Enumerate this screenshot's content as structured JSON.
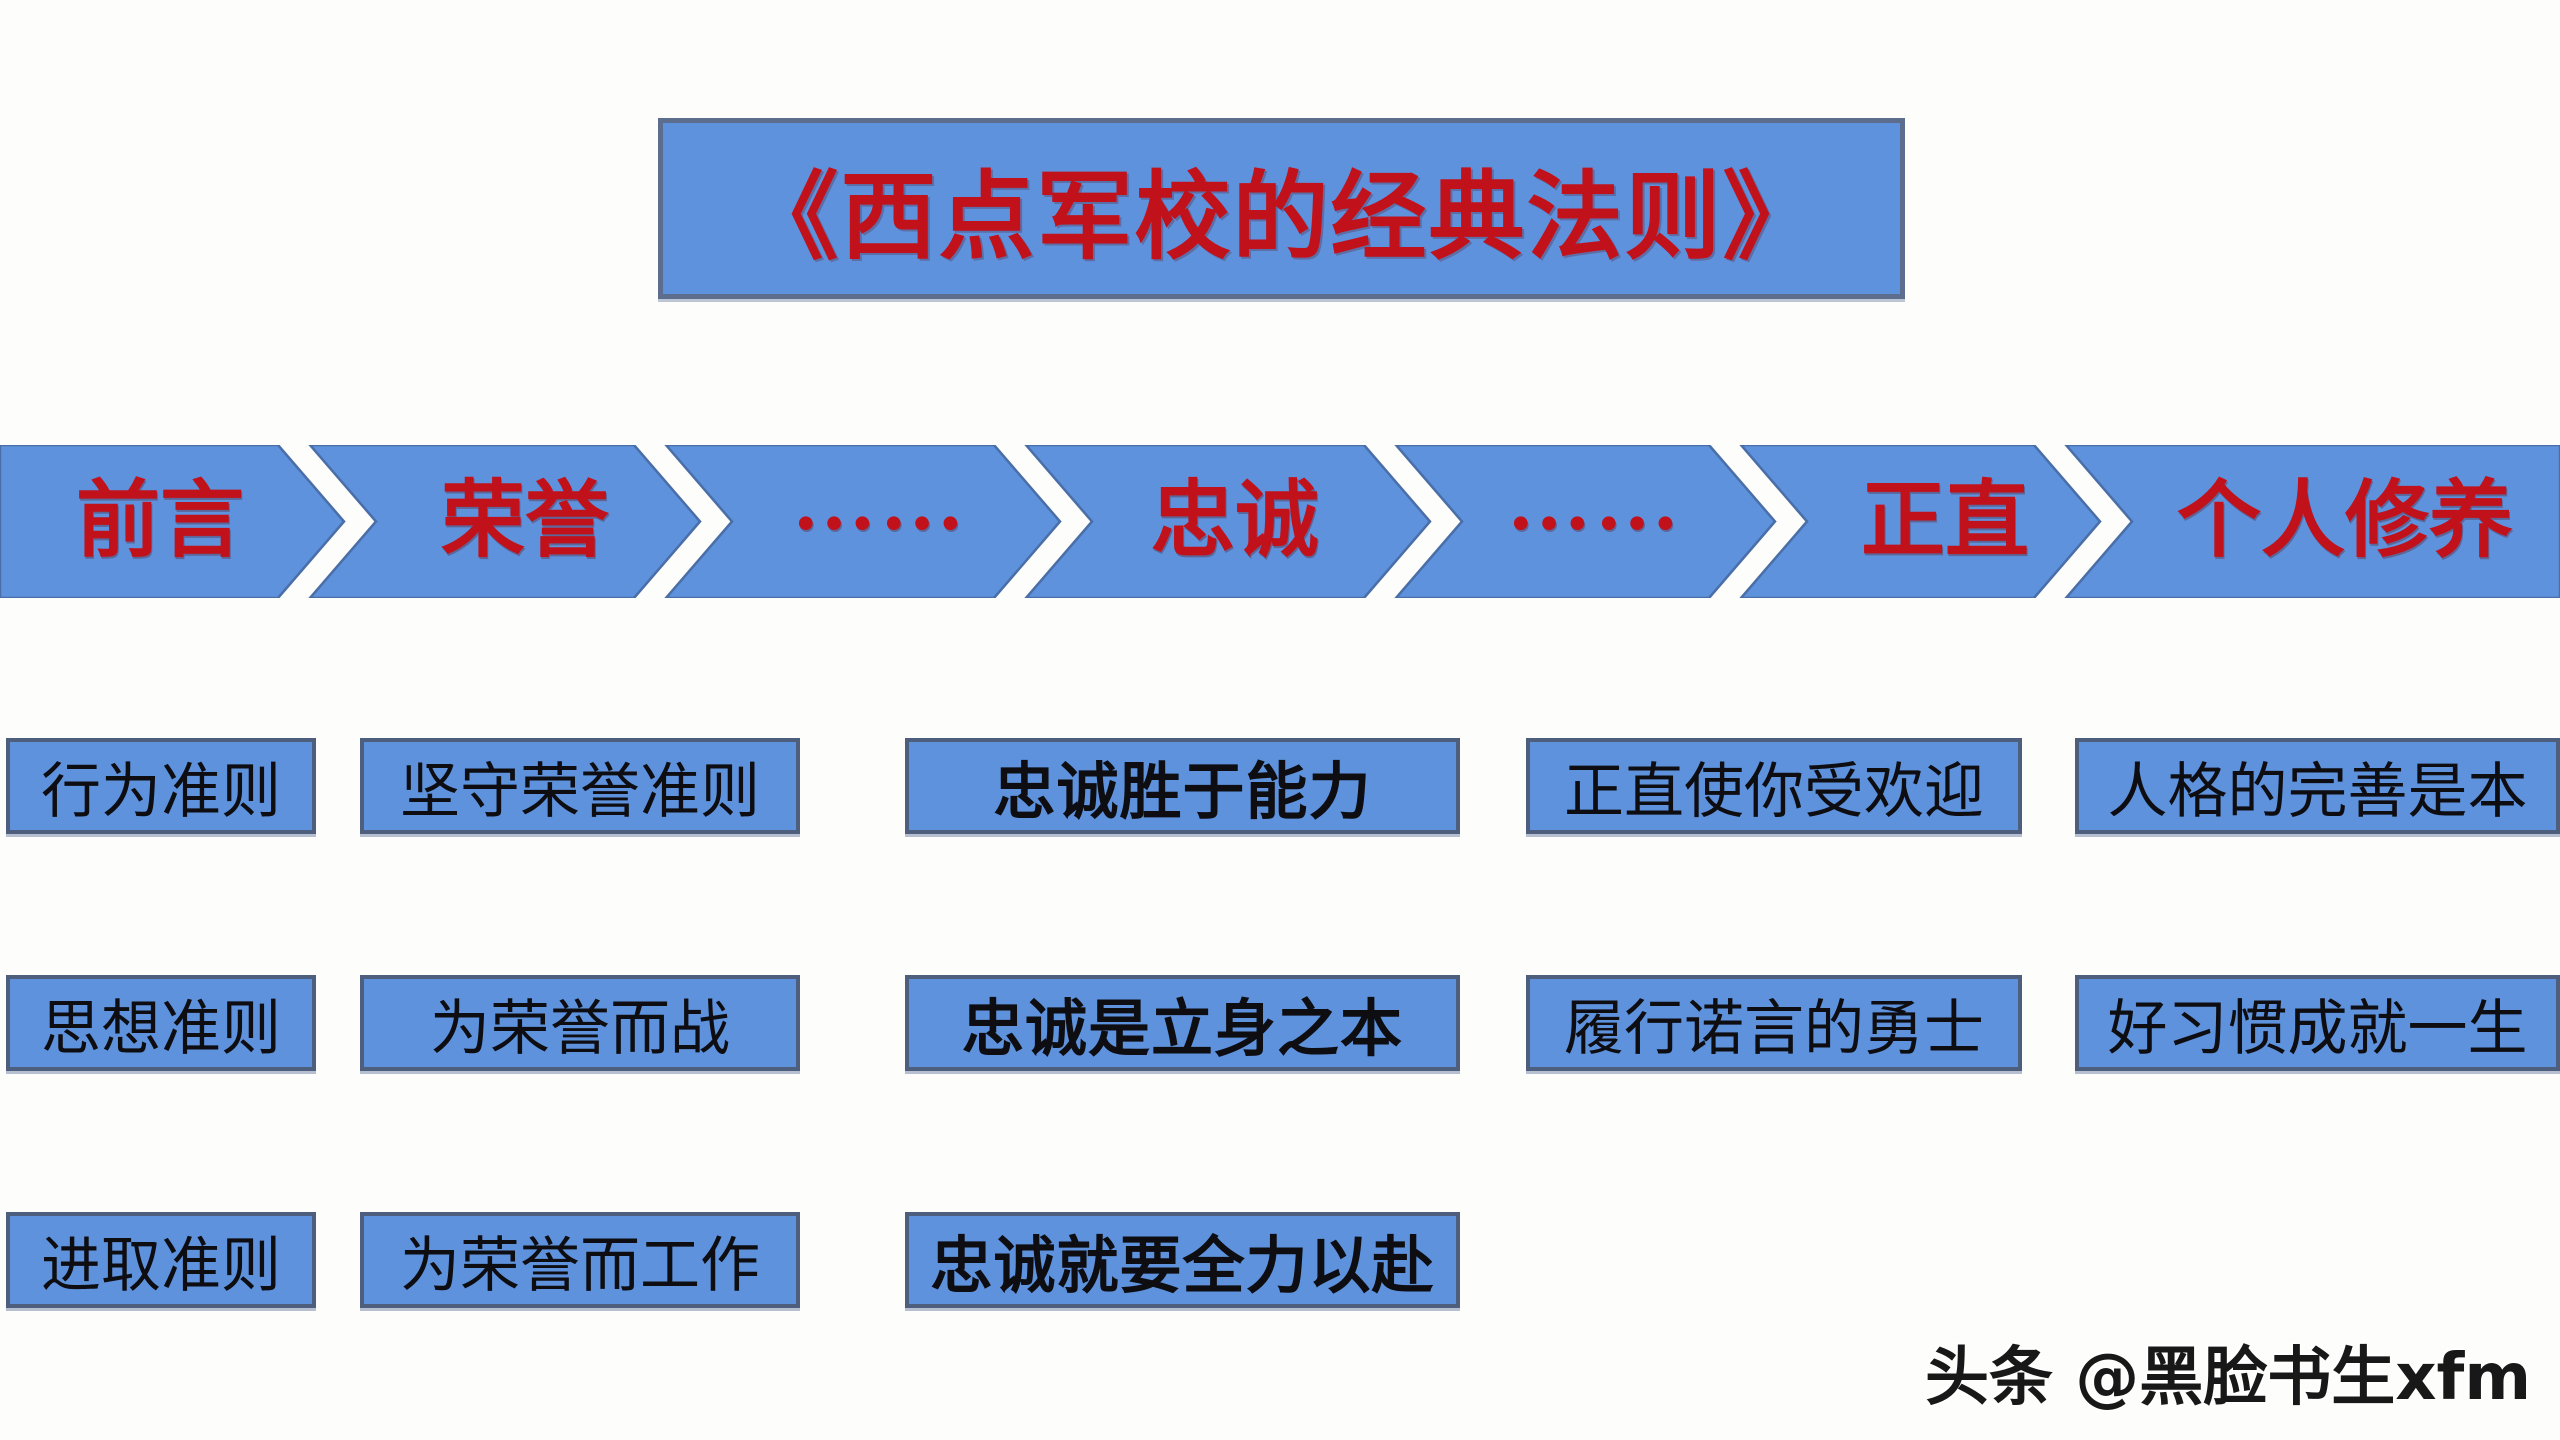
{
  "title": {
    "text": "《西点军校的经典法则》"
  },
  "flow": {
    "steps": [
      {
        "label": "前言"
      },
      {
        "label": "荣誉"
      },
      {
        "label": "……"
      },
      {
        "label": "忠诚"
      },
      {
        "label": "……"
      },
      {
        "label": "正直"
      },
      {
        "label": "个人修养"
      }
    ]
  },
  "columns": [
    {
      "step": "前言",
      "items": [
        "行为准则",
        "思想准则",
        "进取准则"
      ]
    },
    {
      "step": "荣誉",
      "items": [
        "坚守荣誉准则",
        "为荣誉而战",
        "为荣誉而工作"
      ]
    },
    {
      "step": "忠诚",
      "items": [
        "忠诚胜于能力",
        "忠诚是立身之本",
        "忠诚就要全力以赴"
      ]
    },
    {
      "step": "正直",
      "items": [
        "正直使你受欢迎",
        "履行诺言的勇士"
      ]
    },
    {
      "step": "个人修养",
      "items": [
        "人格的完善是本",
        "好习惯成就一生"
      ]
    }
  ],
  "watermark": {
    "text": "头条 @黑脸书生xfm"
  },
  "colors": {
    "shape_fill": "#5e92dc",
    "shape_border": "#4e5f7d",
    "chevron_outline": "#4a6ea8",
    "red_text": "#c1121c",
    "black_text": "#0d0d12",
    "background": "#fdfdfb"
  }
}
